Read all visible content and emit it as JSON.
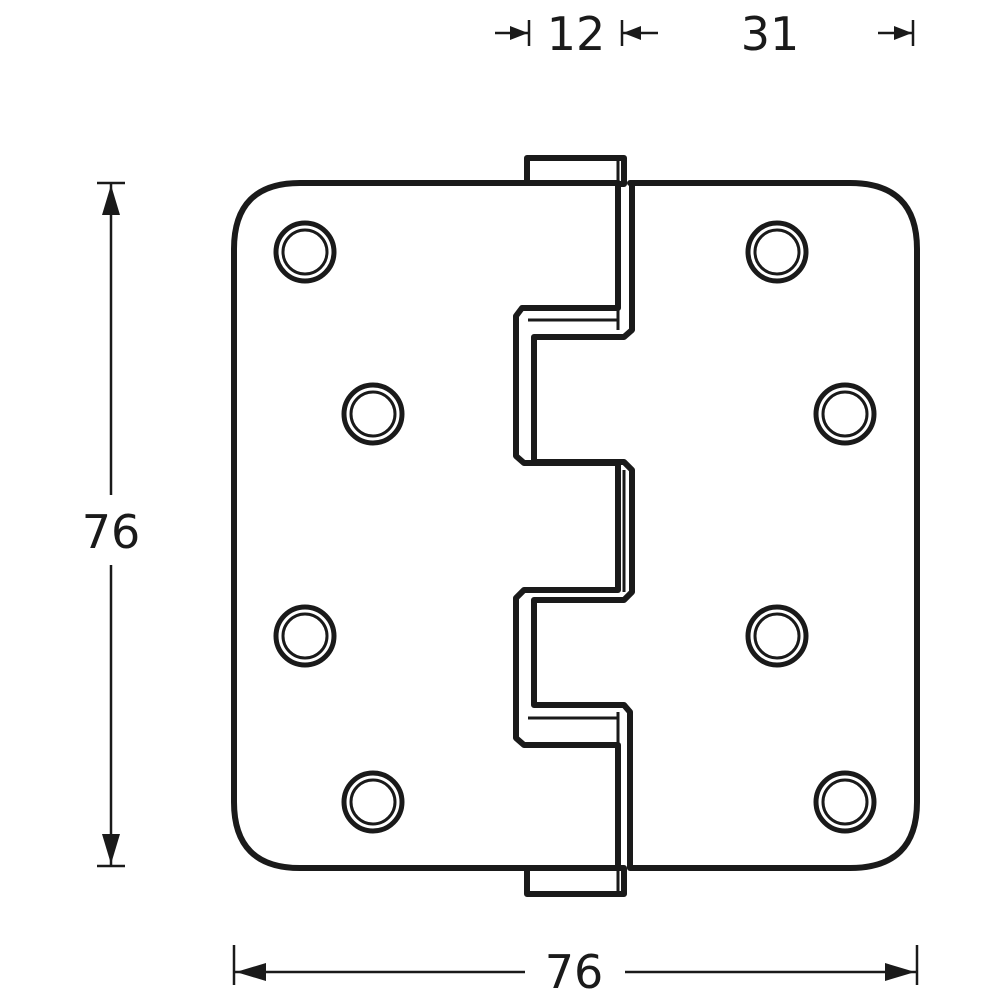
{
  "dimensions": {
    "knuckle_width": "12",
    "leaf_offset": "31",
    "height": "76",
    "width": "76"
  },
  "colors": {
    "line": "#1a1a1a",
    "background": "#ffffff"
  }
}
